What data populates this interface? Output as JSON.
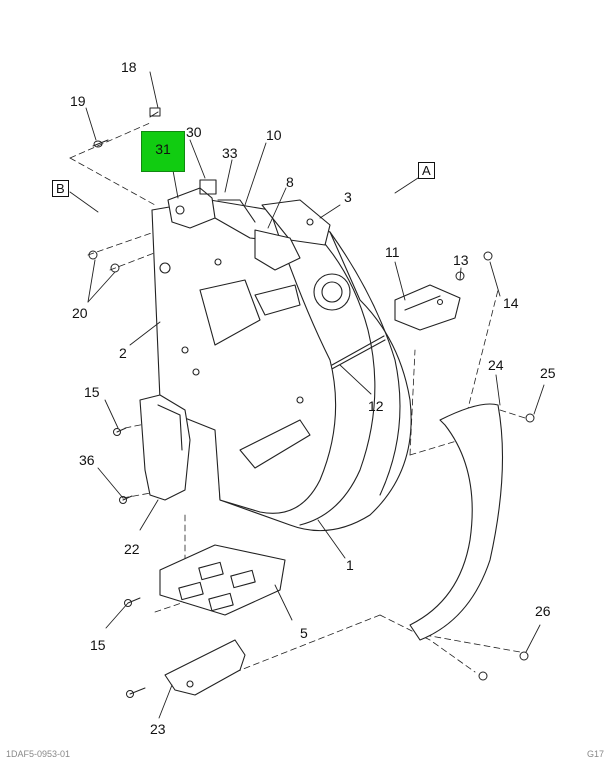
{
  "callouts": {
    "c1": "1",
    "c2": "2",
    "c3": "3",
    "c5": "5",
    "c8": "8",
    "c10": "10",
    "c11": "11",
    "c12": "12",
    "c13": "13",
    "c14": "14",
    "c15a": "15",
    "c15b": "15",
    "c18": "18",
    "c19": "19",
    "c20": "20",
    "c22": "22",
    "c23": "23",
    "c24": "24",
    "c25": "25",
    "c26": "26",
    "c30": "30",
    "c31": "31",
    "c33": "33",
    "c36": "36"
  },
  "view_labels": {
    "a": "A",
    "b": "B"
  },
  "highlight": {
    "color": "#11cc11"
  },
  "footer": {
    "left": "1DAF5-0953-01",
    "right": "G17"
  }
}
